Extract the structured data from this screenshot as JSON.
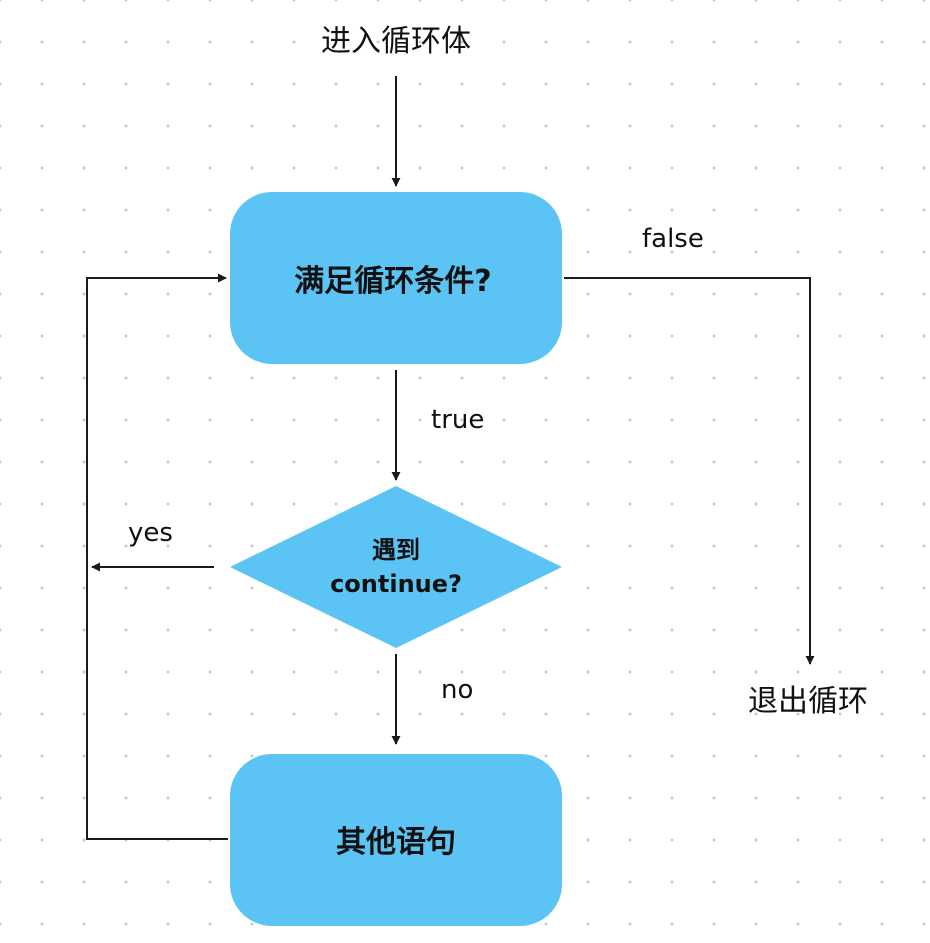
{
  "diagram": {
    "start_label": "进入循环体",
    "exit_label": "退出循环",
    "nodes": {
      "condition": {
        "label": "满足循环条件?"
      },
      "continue_check": {
        "line1": "遇到",
        "line2": "continue?"
      },
      "other_statements": {
        "label": "其他语句"
      }
    },
    "edges": {
      "false_label": "false",
      "true_label": "true",
      "yes_label": "yes",
      "no_label": "no"
    }
  },
  "colors": {
    "node_fill": "#5bc4f5",
    "line": "#1a1a1a"
  }
}
